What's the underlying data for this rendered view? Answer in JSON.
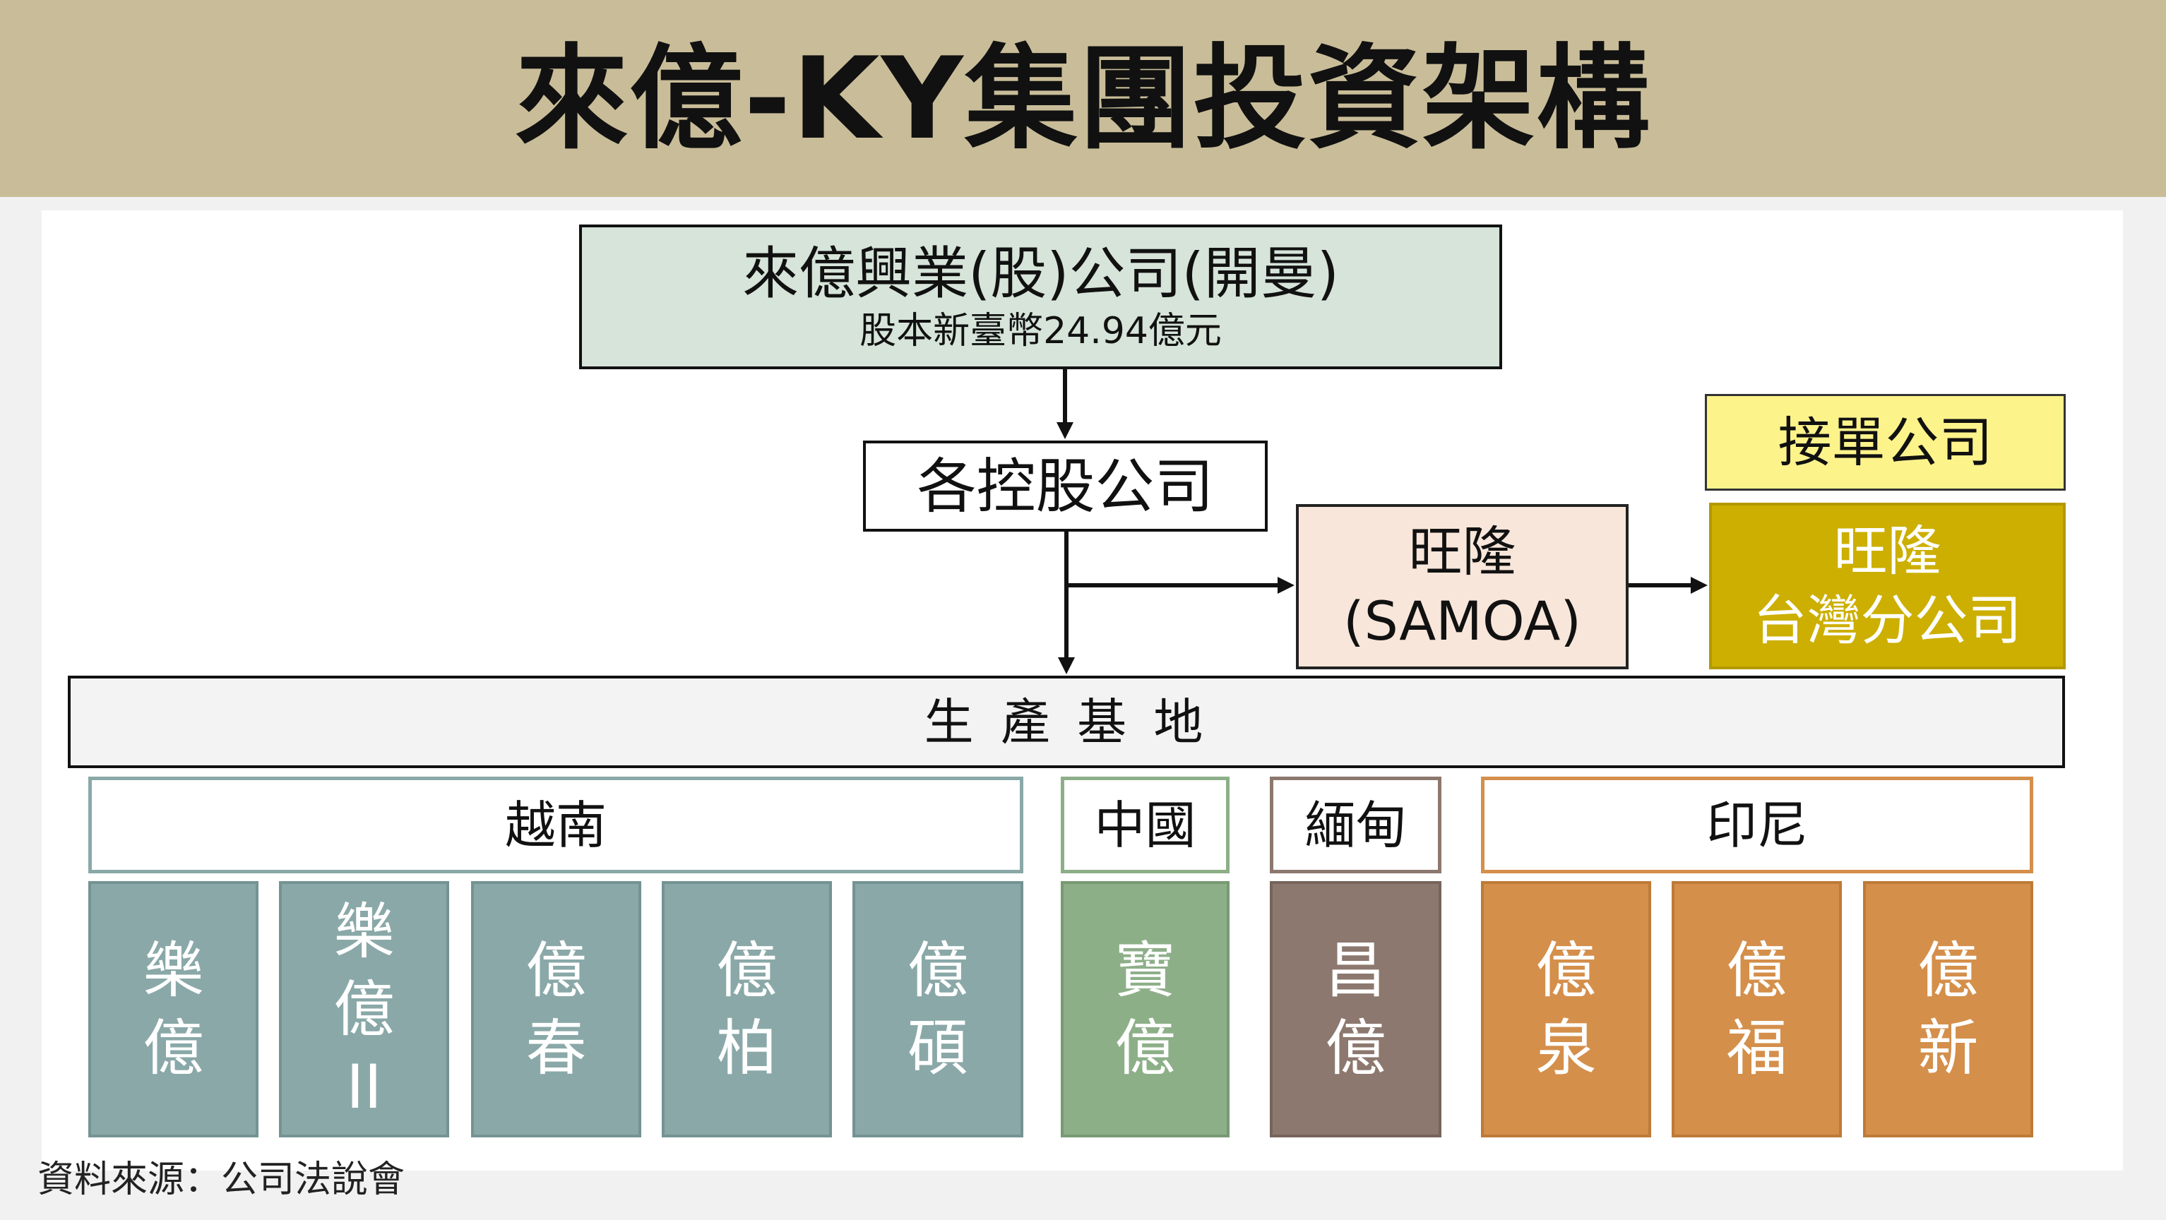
{
  "title": "來億-KY集團投資架構",
  "colors": {
    "header_bg": "#c9bd99",
    "parent_fill": "#d6e4d9",
    "samoa_fill": "#f8e6da",
    "order_company_fill": "#fdf38b",
    "taiwan_branch_fill": "#ccaf00",
    "production_base_fill": "#f3f3f3"
  },
  "parent_company": {
    "name": "來億興業(股)公司(開曼)",
    "capital": "股本新臺幣24.94億元"
  },
  "holding_companies": {
    "label": "各控股公司"
  },
  "samoa_entity": {
    "line1": "旺隆",
    "line2": "(SAMOA)"
  },
  "order_company": {
    "label": "接單公司"
  },
  "taiwan_branch": {
    "line1": "旺隆",
    "line2": "台灣分公司"
  },
  "production_base": {
    "label": "生 產 基 地"
  },
  "regions": [
    {
      "name": "越南",
      "color": "#8aa8a8",
      "companies": [
        {
          "lines": [
            "樂",
            "億"
          ]
        },
        {
          "lines": [
            "樂",
            "億",
            "II"
          ]
        },
        {
          "lines": [
            "億",
            "春"
          ]
        },
        {
          "lines": [
            "億",
            "柏"
          ]
        },
        {
          "lines": [
            "億",
            "碩"
          ]
        }
      ]
    },
    {
      "name": "中國",
      "color": "#8daf88",
      "companies": [
        {
          "lines": [
            "寶",
            "億"
          ]
        }
      ]
    },
    {
      "name": "緬甸",
      "color": "#8c786e",
      "companies": [
        {
          "lines": [
            "昌",
            "億"
          ]
        }
      ]
    },
    {
      "name": "印尼",
      "color": "#d48f4b",
      "companies": [
        {
          "lines": [
            "億",
            "泉"
          ]
        },
        {
          "lines": [
            "億",
            "福"
          ]
        },
        {
          "lines": [
            "億",
            "新"
          ]
        }
      ]
    }
  ],
  "source_note": "資料來源：公司法說會"
}
